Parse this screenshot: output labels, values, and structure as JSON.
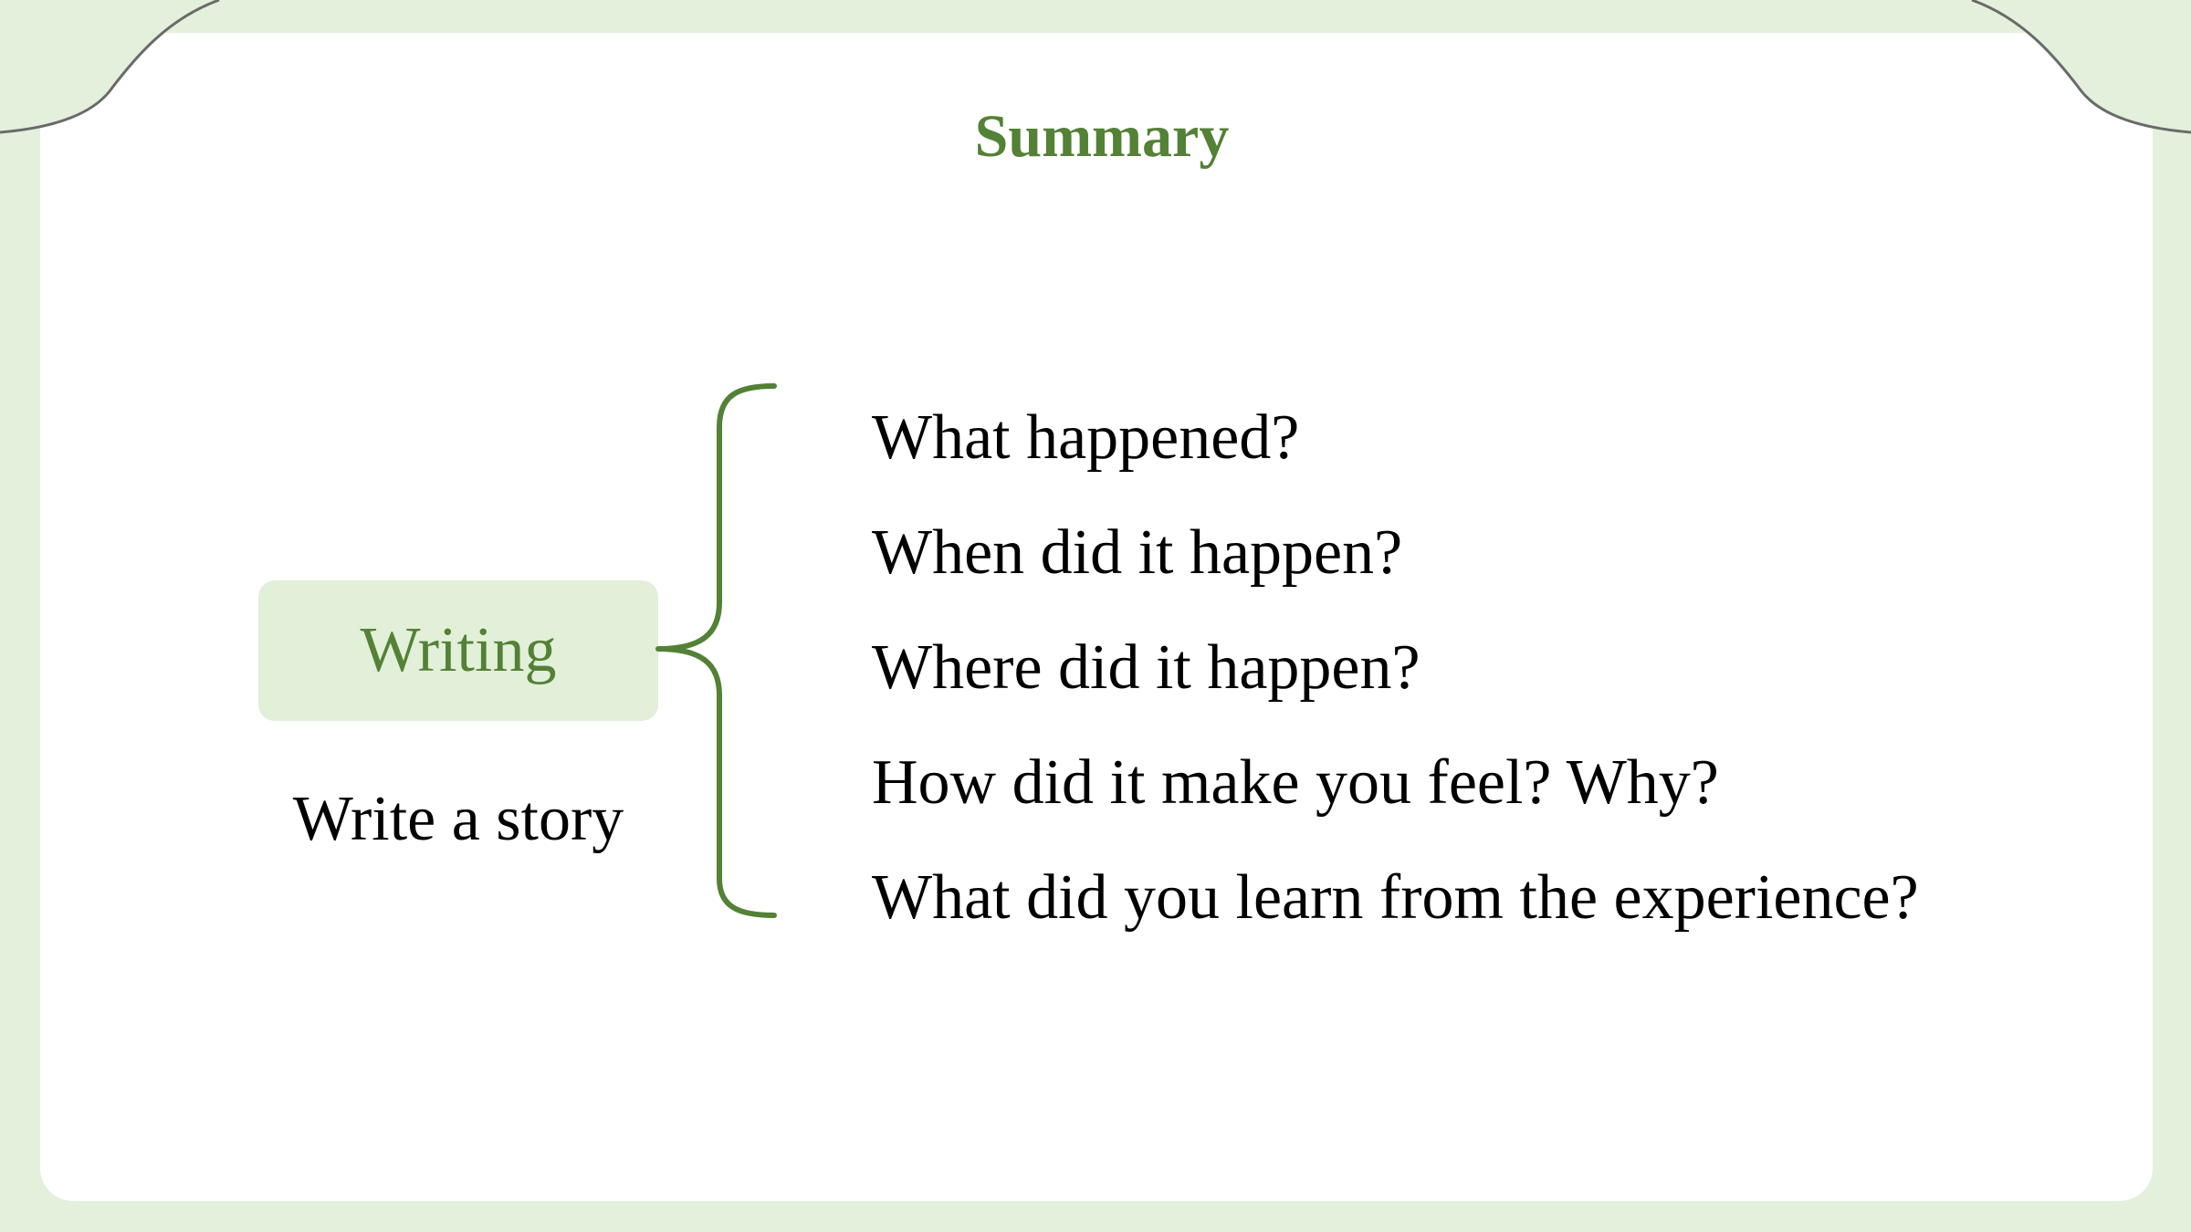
{
  "slide": {
    "title": "Summary",
    "colors": {
      "accent": "#538135",
      "background": "#e3f0dc",
      "node_fill": "#e2efd9",
      "panel": "#ffffff"
    }
  },
  "diagram": {
    "root": {
      "label": "Writing",
      "subtitle": "Write a story"
    },
    "branches": [
      {
        "label": "What happened?"
      },
      {
        "label": "When did it happen?"
      },
      {
        "label": "Where did it happen?"
      },
      {
        "label": "How did it make you feel? Why?"
      },
      {
        "label": "What did you learn from the experience?"
      }
    ]
  }
}
